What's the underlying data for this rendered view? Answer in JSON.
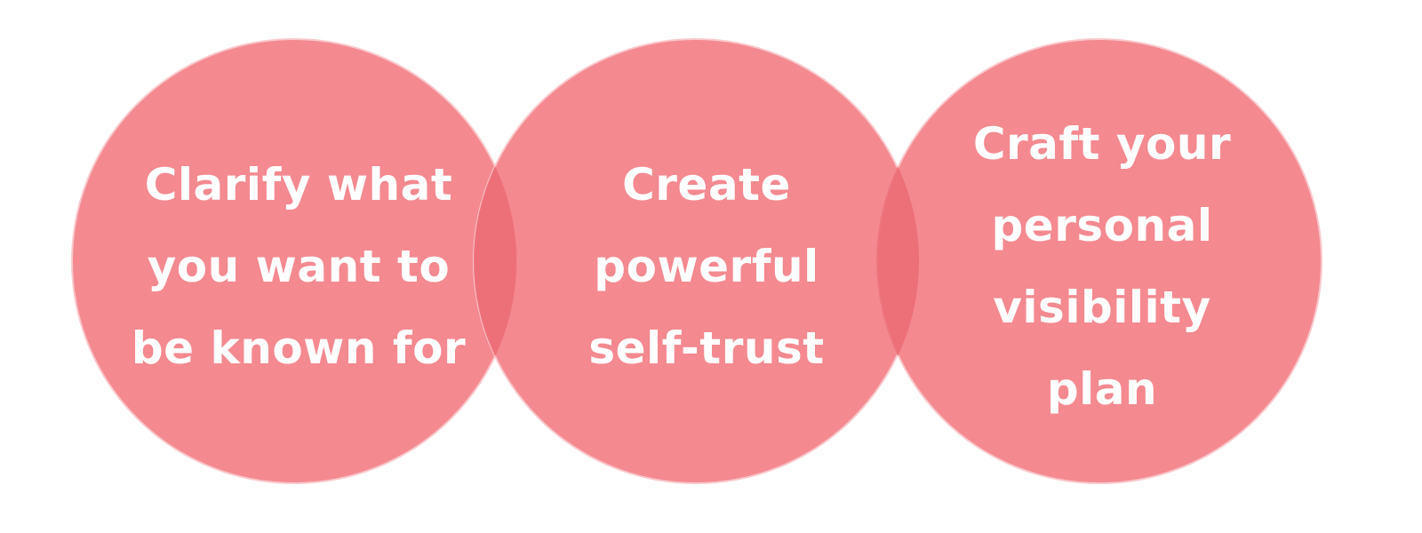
{
  "diagram": {
    "circles": [
      {
        "id": "clarify",
        "lines": [
          "Clarify what",
          "you want to",
          "be known for"
        ]
      },
      {
        "id": "self-trust",
        "lines": [
          "Create",
          "powerful",
          "self-trust"
        ]
      },
      {
        "id": "visibility",
        "lines": [
          "Craft your",
          "personal",
          "visibility plan"
        ]
      }
    ],
    "colors": {
      "circle_fill": "#f3838a",
      "circle_stroke": "#f9c8cc",
      "text": "#ffffff"
    }
  }
}
